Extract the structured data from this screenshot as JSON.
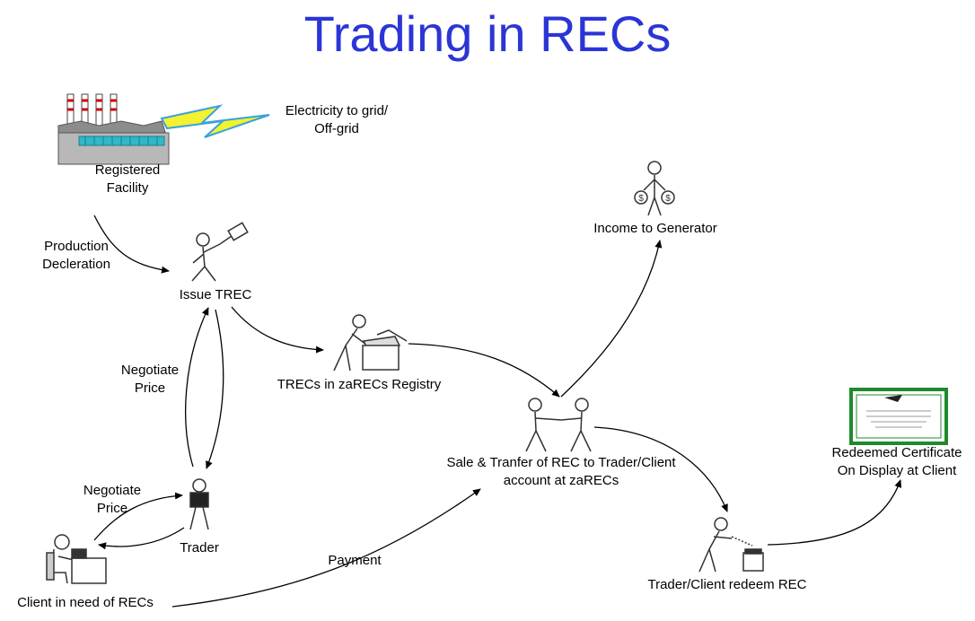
{
  "title": "Trading in RECs",
  "nodes": {
    "facility": "Registered\nFacility",
    "electricity": "Electricity to grid/\nOff-grid",
    "production": "Production\nDecleration",
    "issue": "Issue TREC",
    "registry": "TRECs in zaRECs Registry",
    "negotiate1": "Negotiate\nPrice",
    "negotiate2": "Negotiate\nPrice",
    "trader": "Trader",
    "client": "Client in need of RECs",
    "payment": "Payment",
    "sale": "Sale & Tranfer of REC to Trader/Client\naccount at zaRECs",
    "income": "Income to Generator",
    "redeem": "Trader/Client redeem REC",
    "certificate": "Redeemed Certificate\nOn Display at Client"
  },
  "colors": {
    "title": "#2b35d6",
    "lightning": "#f2f230",
    "lightning_stroke": "#3aa0e0",
    "certificate_border": "#1f8a2c",
    "factory_roof": "#8c8c8c",
    "factory_windows": "#2fb8c8"
  },
  "icons": [
    "factory-icon",
    "lightning-icon",
    "person-with-envelope-icon",
    "person-with-box-icon",
    "handshake-icon",
    "person-with-moneybags-icon",
    "trader-person-icon",
    "client-at-desk-icon",
    "person-redeeming-icon",
    "certificate-icon"
  ]
}
